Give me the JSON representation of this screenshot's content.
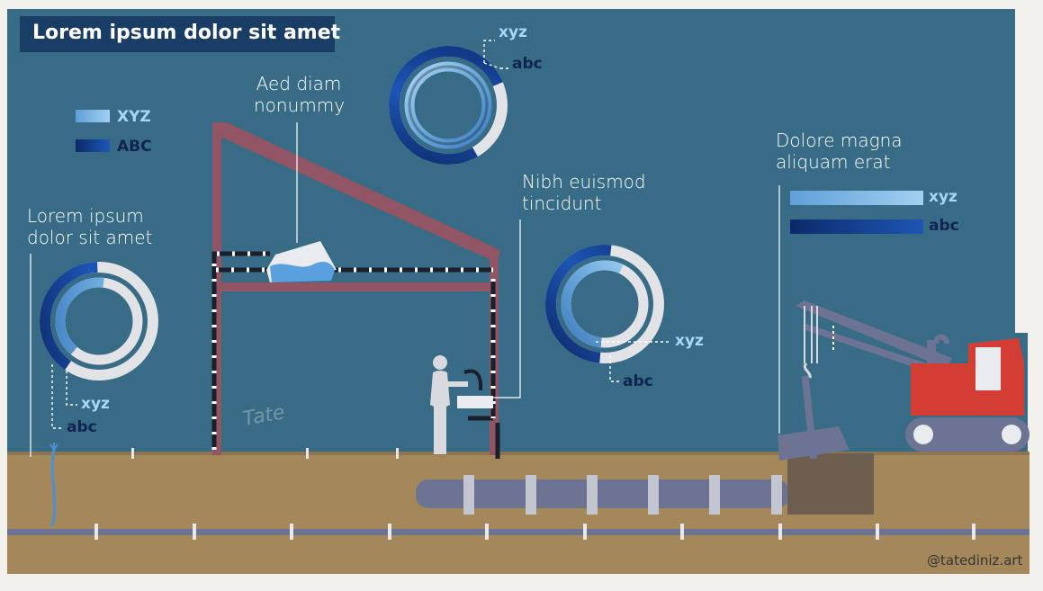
{
  "title": "Lorem ipsum dolor sit amet",
  "legend": {
    "items": [
      {
        "label": "XYZ",
        "color": "#7bb8e6"
      },
      {
        "label": "ABC",
        "color": "#16439a"
      }
    ]
  },
  "annotations": {
    "left_label": "Lorem ipsum\ndolor sit amet",
    "top_label": "Aed diam\nnonummy",
    "middle_label": "Nibh euismod\ntincidunt",
    "right_label": "Dolore magna\naliquam erat"
  },
  "donuts": [
    {
      "id": "top",
      "xyz_label": "xyz",
      "abc_label": "abc"
    },
    {
      "id": "middle",
      "xyz_label": "xyz",
      "abc_label": "abc"
    },
    {
      "id": "left",
      "xyz_label": "xyz",
      "abc_label": "abc"
    }
  ],
  "right_bars": {
    "xyz_label": "xyz",
    "abc_label": "abc"
  },
  "watermark": "@tatediniz.art",
  "signature": "Tate",
  "colors": {
    "background": "#386b86",
    "ground": "#a4885a",
    "frame": "#925563",
    "xyz": "#7bb8e6",
    "abc": "#16439a",
    "excavator": "#d43d33",
    "pipe": "#6d7393"
  }
}
